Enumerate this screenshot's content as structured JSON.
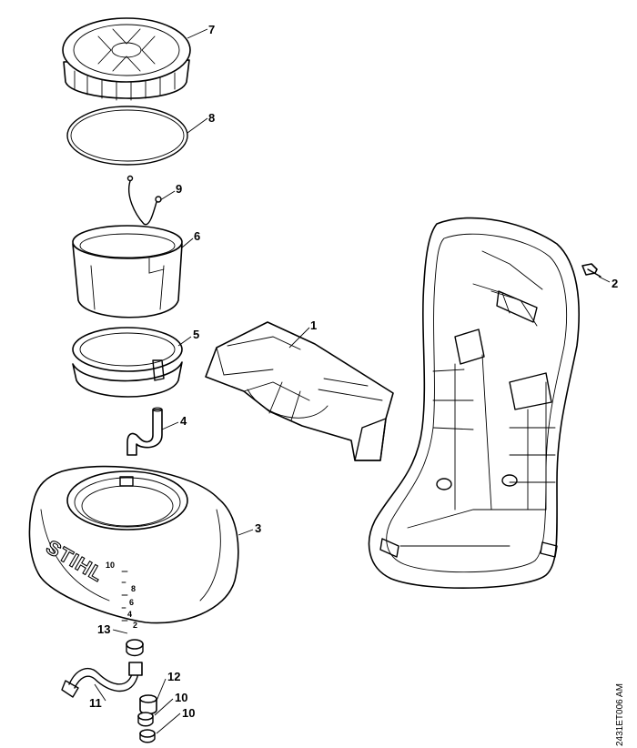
{
  "callouts": [
    {
      "id": "1",
      "label": "1"
    },
    {
      "id": "2",
      "label": "2"
    },
    {
      "id": "3",
      "label": "3"
    },
    {
      "id": "4",
      "label": "4"
    },
    {
      "id": "5",
      "label": "5"
    },
    {
      "id": "6",
      "label": "6"
    },
    {
      "id": "7",
      "label": "7"
    },
    {
      "id": "8",
      "label": "8"
    },
    {
      "id": "9",
      "label": "9"
    },
    {
      "id": "10a",
      "label": "10"
    },
    {
      "id": "10b",
      "label": "10"
    },
    {
      "id": "11",
      "label": "11"
    },
    {
      "id": "12",
      "label": "12"
    },
    {
      "id": "13",
      "label": "13"
    }
  ],
  "tank": {
    "brand": "STIHL",
    "scale_marks": [
      "10",
      "8",
      "6",
      "4",
      "2"
    ]
  },
  "drawing_id": "2431ET006 AM"
}
